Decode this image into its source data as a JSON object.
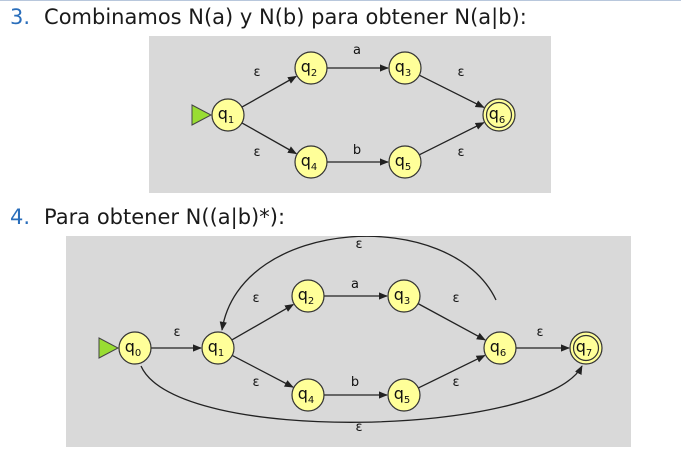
{
  "heading3": {
    "number": "3.",
    "text": "Combinamos N(a) y N(b) para obtener N(a|b):"
  },
  "heading4": {
    "number": "4.",
    "text": "Para obtener N((a|b)*):"
  },
  "colors": {
    "state_fill": "#ffff99",
    "start_arrow": "#99dd33",
    "panel": "#d9d9d9",
    "number_accent": "#2a6ebb"
  },
  "diagram3": {
    "states": [
      {
        "id": "q1",
        "base": "q",
        "sub": "1",
        "accepting": false,
        "start": true
      },
      {
        "id": "q2",
        "base": "q",
        "sub": "2",
        "accepting": false
      },
      {
        "id": "q3",
        "base": "q",
        "sub": "3",
        "accepting": false
      },
      {
        "id": "q4",
        "base": "q",
        "sub": "4",
        "accepting": false
      },
      {
        "id": "q5",
        "base": "q",
        "sub": "5",
        "accepting": false
      },
      {
        "id": "q6",
        "base": "q",
        "sub": "6",
        "accepting": true
      }
    ],
    "transitions": [
      {
        "from": "q1",
        "to": "q2",
        "label": "ε"
      },
      {
        "from": "q1",
        "to": "q4",
        "label": "ε"
      },
      {
        "from": "q2",
        "to": "q3",
        "label": "a"
      },
      {
        "from": "q4",
        "to": "q5",
        "label": "b"
      },
      {
        "from": "q3",
        "to": "q6",
        "label": "ε"
      },
      {
        "from": "q5",
        "to": "q6",
        "label": "ε"
      }
    ]
  },
  "diagram4": {
    "states": [
      {
        "id": "q0",
        "base": "q",
        "sub": "0",
        "accepting": false,
        "start": true
      },
      {
        "id": "q1",
        "base": "q",
        "sub": "1",
        "accepting": false
      },
      {
        "id": "q2",
        "base": "q",
        "sub": "2",
        "accepting": false
      },
      {
        "id": "q3",
        "base": "q",
        "sub": "3",
        "accepting": false
      },
      {
        "id": "q4",
        "base": "q",
        "sub": "4",
        "accepting": false
      },
      {
        "id": "q5",
        "base": "q",
        "sub": "5",
        "accepting": false
      },
      {
        "id": "q6",
        "base": "q",
        "sub": "6",
        "accepting": false
      },
      {
        "id": "q7",
        "base": "q",
        "sub": "7",
        "accepting": true
      }
    ],
    "transitions": [
      {
        "from": "q0",
        "to": "q1",
        "label": "ε"
      },
      {
        "from": "q1",
        "to": "q2",
        "label": "ε"
      },
      {
        "from": "q1",
        "to": "q4",
        "label": "ε"
      },
      {
        "from": "q2",
        "to": "q3",
        "label": "a"
      },
      {
        "from": "q4",
        "to": "q5",
        "label": "b"
      },
      {
        "from": "q3",
        "to": "q6",
        "label": "ε"
      },
      {
        "from": "q5",
        "to": "q6",
        "label": "ε"
      },
      {
        "from": "q6",
        "to": "q7",
        "label": "ε"
      },
      {
        "from": "q6",
        "to": "q1",
        "label": "ε"
      },
      {
        "from": "q0",
        "to": "q7",
        "label": "ε"
      }
    ]
  }
}
